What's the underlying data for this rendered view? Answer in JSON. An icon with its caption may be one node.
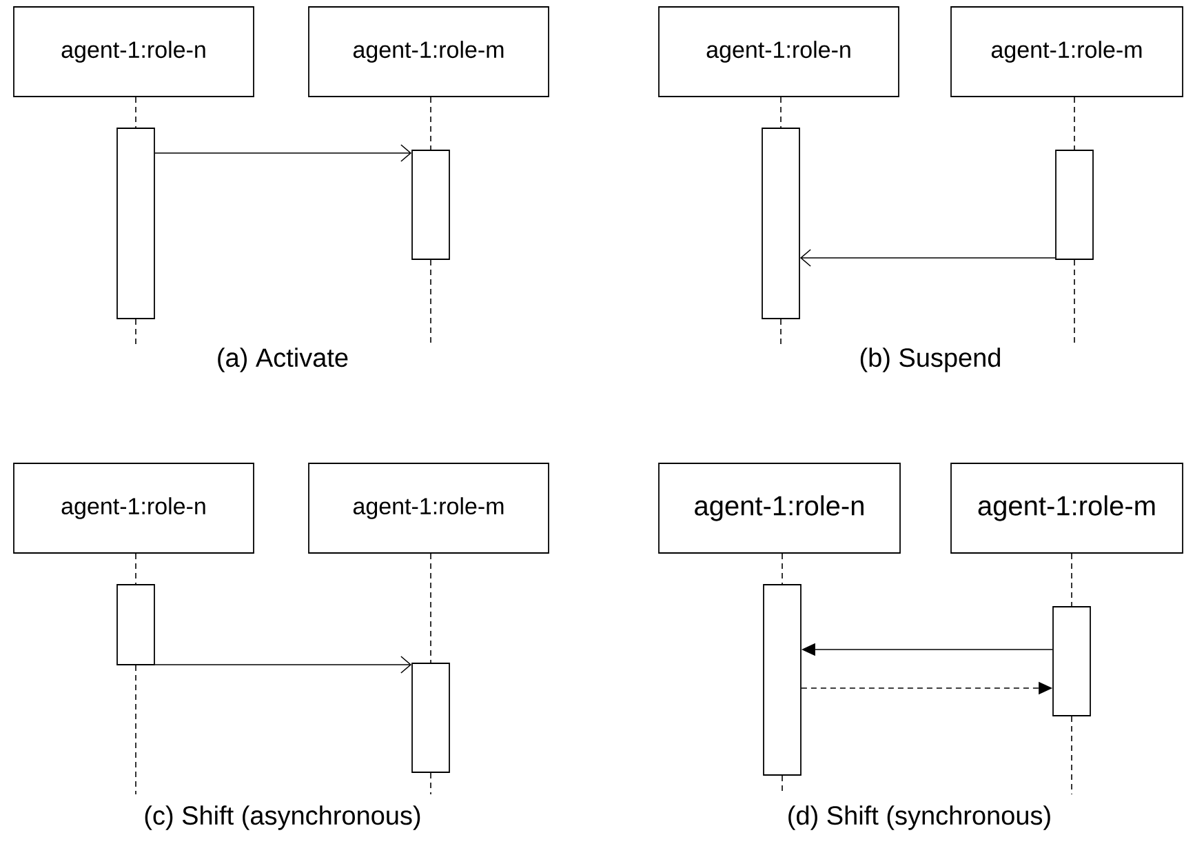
{
  "diagram": {
    "nodes": [
      {
        "text": [
          "agent-1:role-n"
        ]
      },
      {
        "text": [
          "agent-1:role-m"
        ]
      },
      {
        "text": [],
        "shape": "bar"
      },
      {
        "text": [],
        "shape": "bar"
      },
      {
        "text": [
          "agent-1:role-n"
        ]
      },
      {
        "text": [
          "agent-1:role-m"
        ]
      },
      {
        "text": [],
        "shape": "bar"
      },
      {
        "text": [],
        "shape": "bar"
      },
      {
        "text": [
          "agent-1:role-n"
        ]
      },
      {
        "text": [
          "agent-1:role-m"
        ]
      },
      {
        "text": [],
        "shape": "bar"
      },
      {
        "text": [],
        "shape": "bar"
      },
      {
        "text": [
          "agent-1:role-n"
        ]
      },
      {
        "text": [
          "agent-1:role-m"
        ]
      },
      {
        "text": [],
        "shape": "bar"
      },
      {
        "text": [],
        "shape": "bar"
      }
    ],
    "edges": [
      {
        "from": 0,
        "to": 2,
        "arrow": "none",
        "style": "dashed"
      },
      {
        "from": 1,
        "to": 3,
        "arrow": "none",
        "style": "dashed"
      },
      {
        "from": 2,
        "to": null,
        "arrow": "none",
        "style": "dashed"
      },
      {
        "from": 3,
        "to": null,
        "arrow": "none",
        "style": "dashed"
      },
      {
        "from": 2,
        "to": 3,
        "arrow": "to"
      },
      {
        "from": 4,
        "to": 6,
        "arrow": "none",
        "style": "dashed"
      },
      {
        "from": 5,
        "to": 7,
        "arrow": "none",
        "style": "dashed"
      },
      {
        "from": 6,
        "to": null,
        "arrow": "none",
        "style": "dashed"
      },
      {
        "from": 7,
        "to": null,
        "arrow": "none",
        "style": "dashed"
      },
      {
        "from": 7,
        "to": 6,
        "arrow": "to"
      },
      {
        "from": 8,
        "to": 10,
        "arrow": "none",
        "style": "dashed"
      },
      {
        "from": 9,
        "to": 11,
        "arrow": "none",
        "style": "dashed"
      },
      {
        "from": 10,
        "to": null,
        "arrow": "none",
        "style": "dashed"
      },
      {
        "from": 11,
        "to": null,
        "arrow": "none",
        "style": "dashed"
      },
      {
        "from": 10,
        "to": 11,
        "arrow": "to"
      },
      {
        "from": 12,
        "to": 14,
        "arrow": "none",
        "style": "dashed"
      },
      {
        "from": 13,
        "to": 15,
        "arrow": "none",
        "style": "dashed"
      },
      {
        "from": 14,
        "to": null,
        "arrow": "none",
        "style": "dashed"
      },
      {
        "from": 15,
        "to": null,
        "arrow": "none",
        "style": "dashed"
      },
      {
        "from": 15,
        "to": 14,
        "arrow": "to"
      },
      {
        "from": 14,
        "to": 15,
        "arrow": "to",
        "style": "dashed"
      }
    ],
    "labels": [
      "(a) Activate",
      "(b) Suspend",
      "(c) Shift (asynchronous)",
      "(d) Shift (synchronous)"
    ]
  }
}
